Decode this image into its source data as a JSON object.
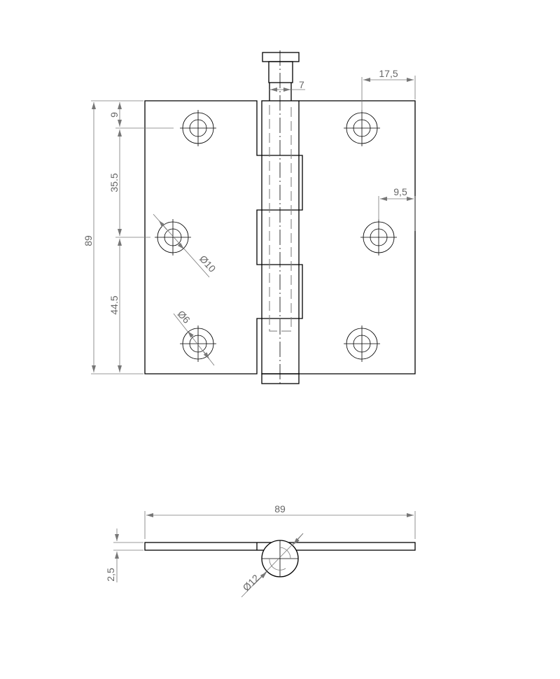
{
  "drawing": {
    "front_view": {
      "dimensions": {
        "overall_height": "89",
        "top_hole_offset": "9",
        "hole_spacing_upper": "35.5",
        "hole_spacing_lower": "44.5",
        "pin_diameter": "7",
        "right_hole_offset": "17,5",
        "middle_hole_offset": "9,5",
        "counterbore_diameter": "Ø10",
        "hole_diameter": "Ø6"
      }
    },
    "side_view": {
      "dimensions": {
        "overall_width": "89",
        "thickness": "2,5",
        "knuckle_diameter": "Ø12"
      }
    }
  }
}
